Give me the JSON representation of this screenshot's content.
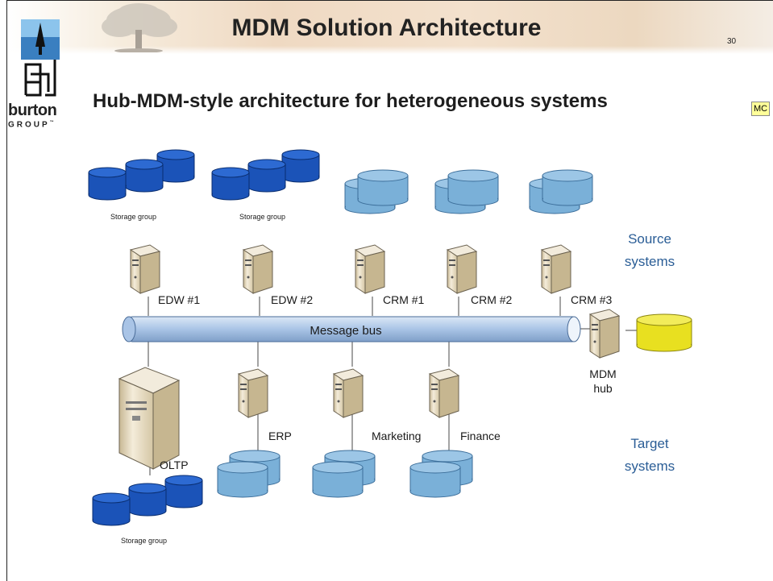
{
  "slide": {
    "title": "MDM Solution Architecture",
    "slide_number": "30",
    "subtitle": "Hub-MDM-style architecture for heterogeneous systems",
    "comment_tag": "MC"
  },
  "logo": {
    "word": "burton",
    "group": "GROUP",
    "trademark": "™"
  },
  "diagram": {
    "bus_label": "Message bus",
    "source_label_line1": "Source",
    "source_label_line2": "systems",
    "target_label_line1": "Target",
    "target_label_line2": "systems",
    "storage_group_1": "Storage group",
    "storage_group_2": "Storage group",
    "storage_group_3": "Storage group",
    "edw1": "EDW #1",
    "edw2": "EDW #2",
    "crm1": "CRM #1",
    "crm2": "CRM #2",
    "crm3": "CRM #3",
    "mdm_line1": "MDM",
    "mdm_line2": "hub",
    "oltp": "OLTP",
    "erp": "ERP",
    "marketing": "Marketing",
    "finance": "Finance"
  },
  "colors": {
    "storage_blue": "#1b53b8",
    "db_light_blue": "#7ab0d8",
    "mdm_db_yellow": "#e8e020",
    "bus_fill": "#a9c4e6",
    "server_beige": "#eadfc4",
    "side_label_blue": "#2a5d96"
  }
}
